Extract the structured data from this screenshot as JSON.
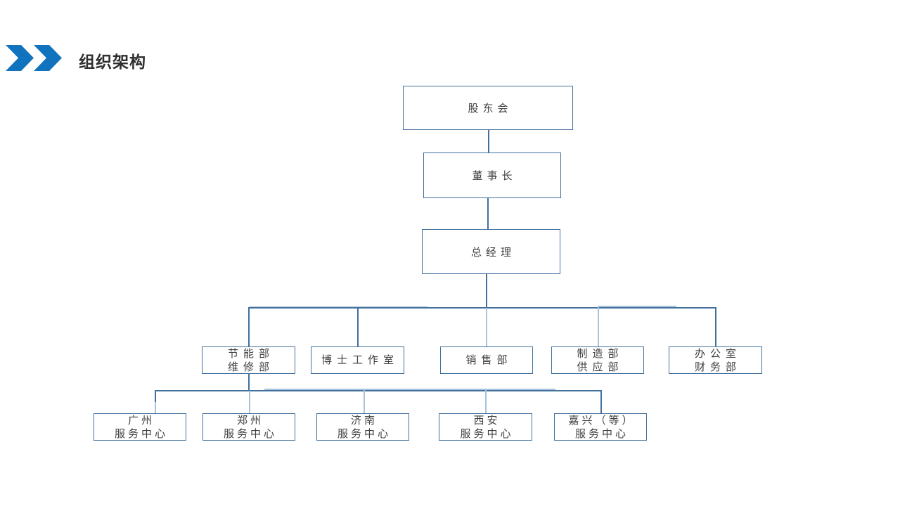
{
  "slide": {
    "title": "组织架构"
  },
  "colors": {
    "accent_blue": "#1173BE",
    "connector_dark": "#41719C",
    "connector_light": "#AAC3DD",
    "box_border": "#41719C",
    "text": "#3F3F3F"
  },
  "org_chart": {
    "nodes": {
      "shareholders": "股东会",
      "chairman": "董事长",
      "general_manager": "总经理",
      "dept_energy_maintenance": "节能部\n维修部",
      "dept_doctor_studio": "博士工作室",
      "dept_sales": "销售部",
      "dept_manufacturing_supply": "制造部\n供应部",
      "dept_office_finance": "办公室\n财务部",
      "center_guangzhou": "广州\n服务中心",
      "center_zhengzhou": "郑州\n服务中心",
      "center_jinan": "济南\n服务中心",
      "center_xian": "西安\n服务中心",
      "center_jiaxing": "嘉兴（等）\n服务中心"
    }
  }
}
